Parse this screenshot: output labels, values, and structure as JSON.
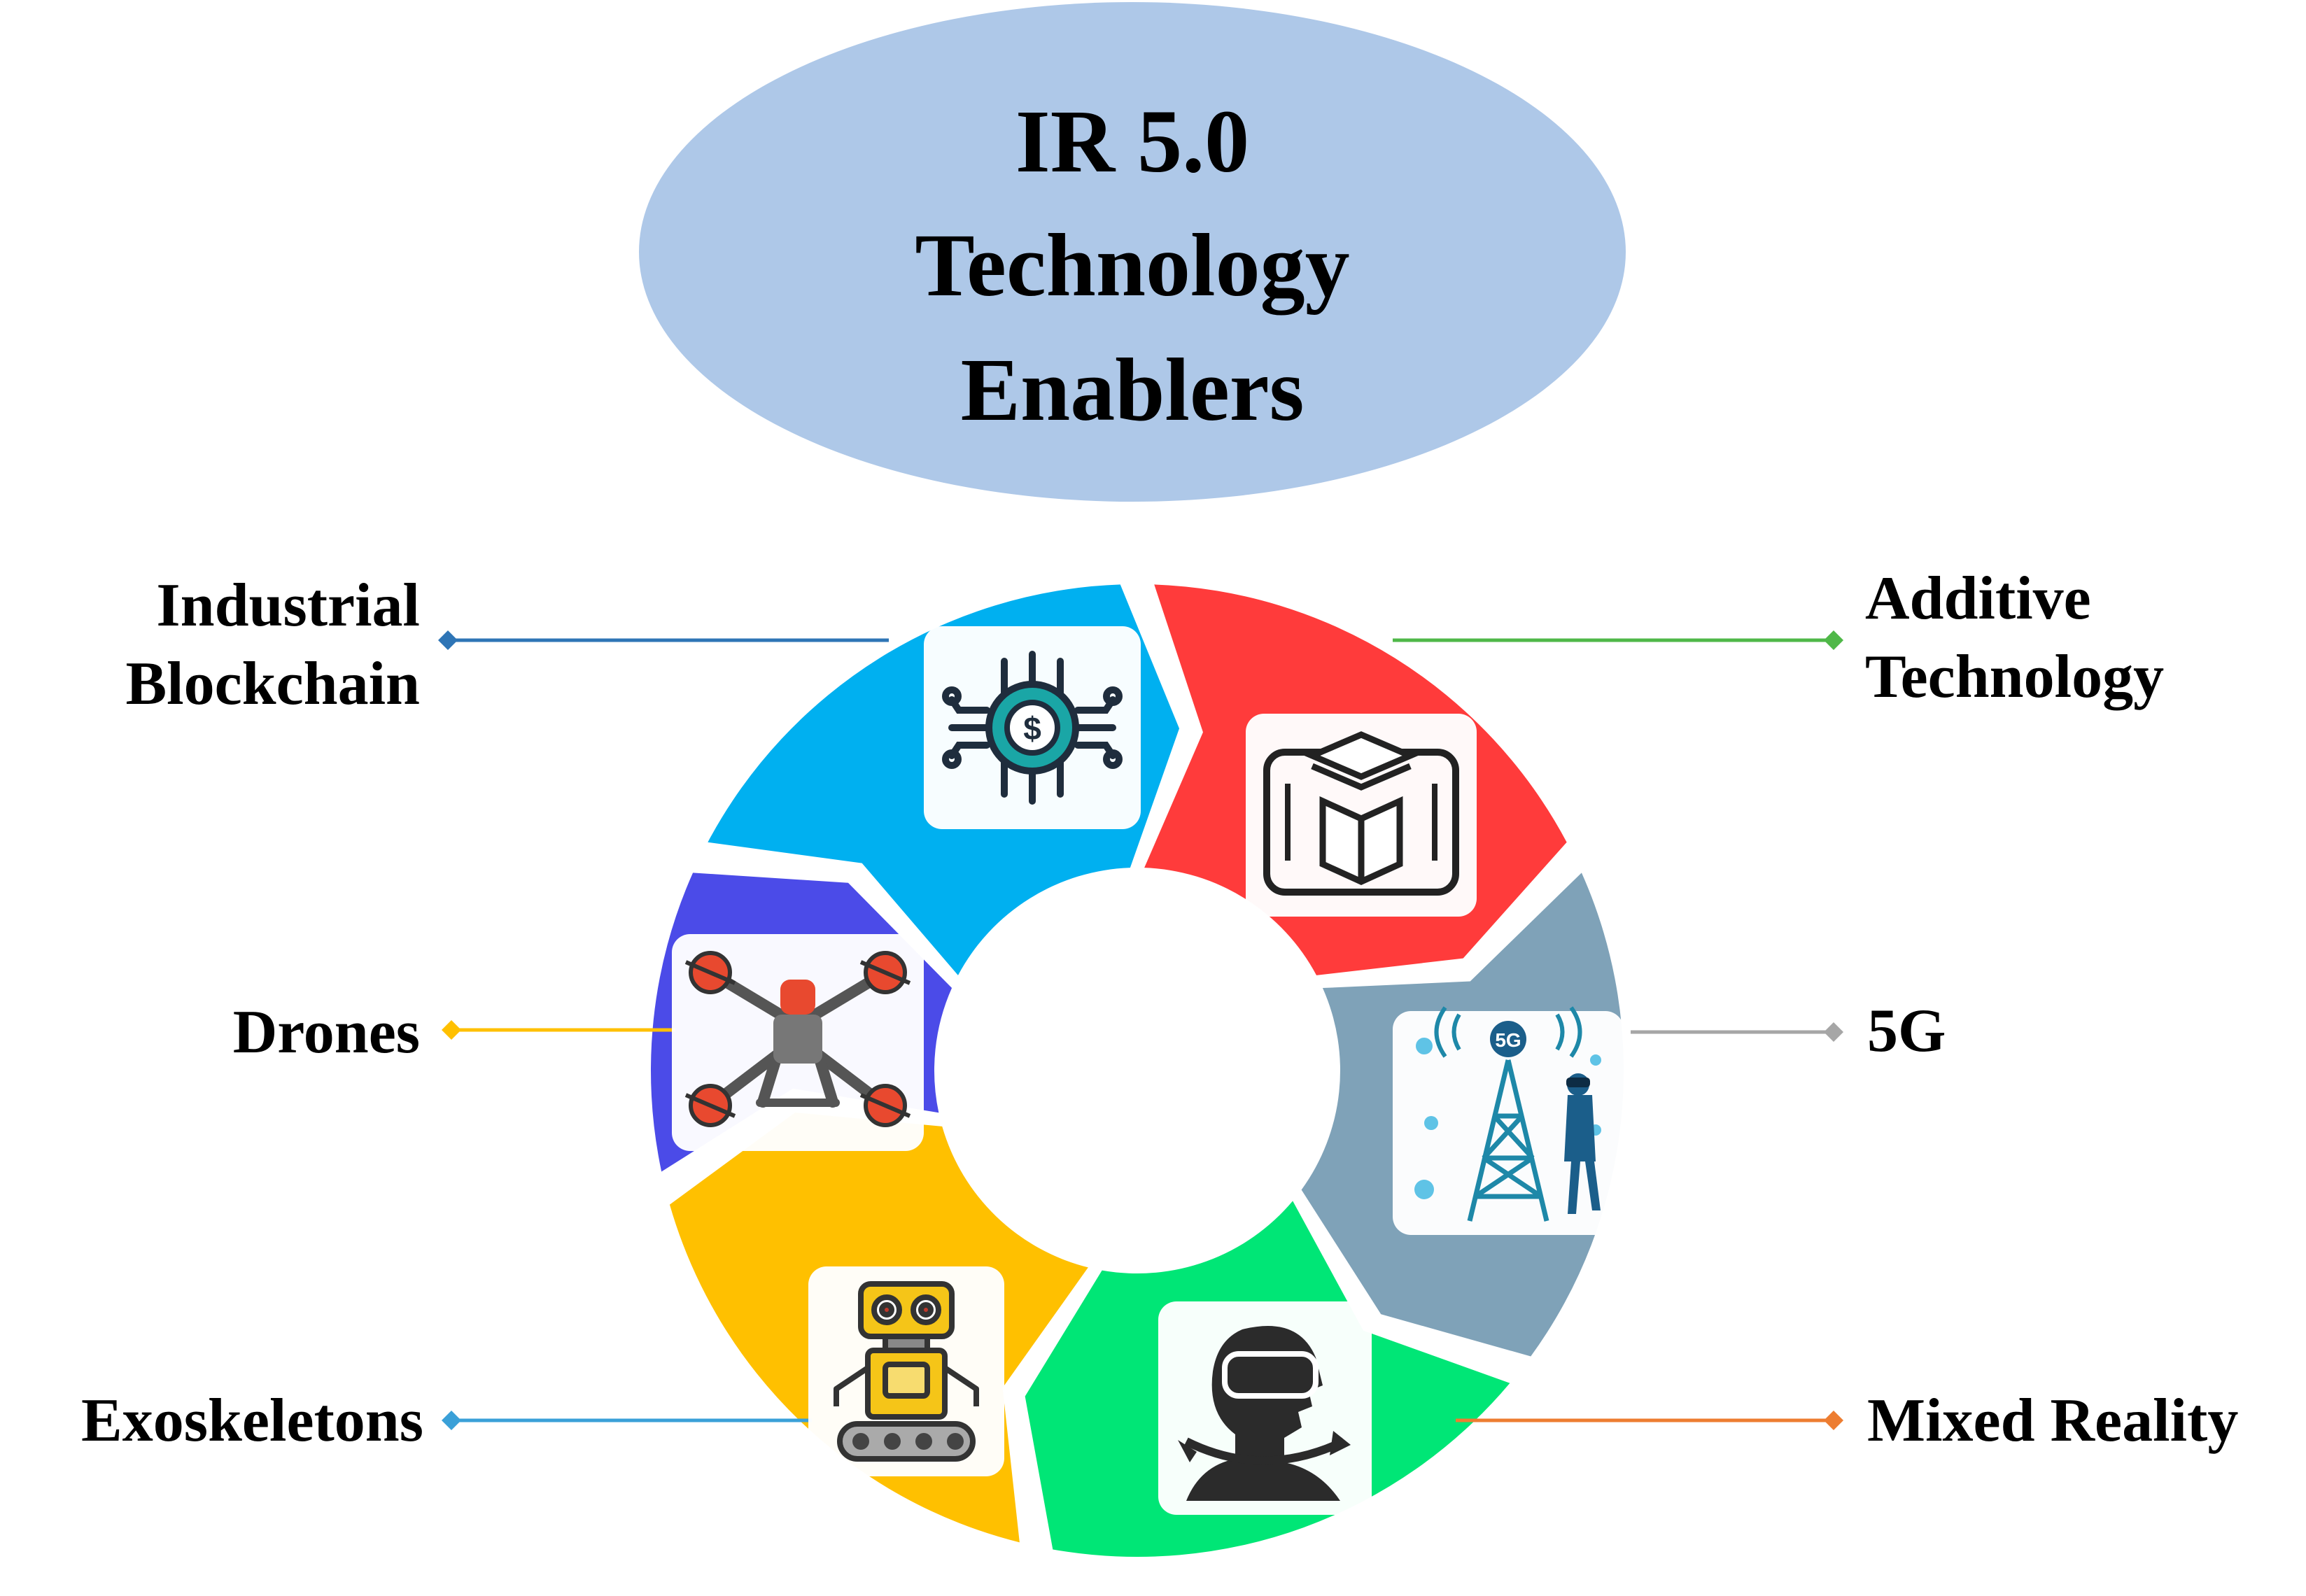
{
  "title": {
    "lines": [
      "IR 5.0",
      "Technology",
      "Enablers"
    ],
    "fill": "#aec8e8"
  },
  "enablers": [
    {
      "id": "industrial-blockchain",
      "lines": [
        "Industrial",
        "Blockchain"
      ],
      "color": "#00b0f0",
      "line_color": "#2e75b6",
      "icon": "blockchain-chip-icon"
    },
    {
      "id": "additive-technology",
      "lines": [
        "Additive",
        "Technology"
      ],
      "color": "#ff3b3b",
      "line_color": "#4fb848",
      "icon": "3d-print-cube-icon"
    },
    {
      "id": "5g",
      "lines": [
        "5G"
      ],
      "color": "#7fa2b8",
      "line_color": "#a6a6a6",
      "icon": "5g-tower-icon"
    },
    {
      "id": "mixed-reality",
      "lines": [
        "Mixed Reality"
      ],
      "color": "#00e676",
      "line_color": "#ed7d31",
      "icon": "vr-headset-person-icon"
    },
    {
      "id": "exoskeletons",
      "lines": [
        "Exoskeletons"
      ],
      "color": "#ffc000",
      "line_color": "#3aa0d8",
      "icon": "robot-icon"
    },
    {
      "id": "drones",
      "lines": [
        "Drones"
      ],
      "color": "#4b4be8",
      "line_color": "#ffc000",
      "icon": "drone-icon"
    }
  ]
}
